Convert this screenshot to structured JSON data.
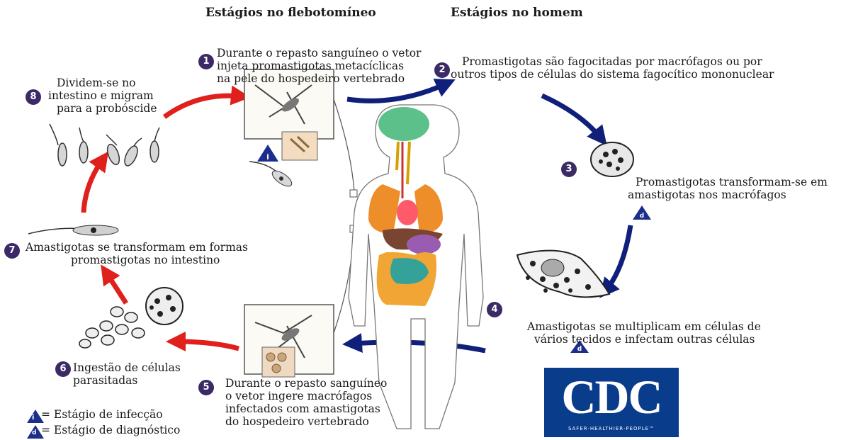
{
  "headers": {
    "sandfly": "Estágios no flebotomíneo",
    "human": "Estágios no homem"
  },
  "stages": [
    {
      "number": "1",
      "lines": [
        "Durante o repasto sanguíneo o vetor",
        "injeta promastigotas metacíclicas",
        "na pele do hospedeiro vertebrado"
      ]
    },
    {
      "number": "2",
      "lines": [
        "Promastigotas são fagocitadas por macrófagos ou por",
        "outros tipos de células do sistema fagocítico mononuclear"
      ]
    },
    {
      "number": "3",
      "lines": [
        "Promastigotas transformam-se em",
        "amastigotas nos macrófagos"
      ]
    },
    {
      "number": "4",
      "lines": [
        "Amastigotas se multiplicam em células de",
        "vários tecidos e infectam outras células"
      ]
    },
    {
      "number": "5",
      "lines": [
        "Durante o repasto sanguíneo",
        "o vetor ingere macrófagos",
        "infectados com amastigotas",
        "do hospedeiro vertebrado"
      ]
    },
    {
      "number": "6",
      "lines": [
        "Ingestão de células",
        "parasitadas"
      ]
    },
    {
      "number": "7",
      "lines": [
        "Amastigotas se transformam em formas",
        "promastigotas no intestino"
      ]
    },
    {
      "number": "8",
      "lines": [
        "Dividem-se no",
        "intestino e migram",
        "para a probóscide"
      ]
    }
  ],
  "legend": {
    "infection_symbol": "i",
    "infection_label": "= Estágio de infecção",
    "diagnosis_symbol": "d",
    "diagnosis_label": "= Estágio de diagnóstico"
  },
  "logo": {
    "letters": "CDC",
    "tagline": "SAFER·HEALTHIER·PEOPLE™"
  },
  "colors": {
    "human_cycle_arrows": "#0f1f7a",
    "sandfly_cycle_arrows": "#e0201c",
    "number_badges": "#3b2a66",
    "logo_background": "#0a3c8c"
  }
}
